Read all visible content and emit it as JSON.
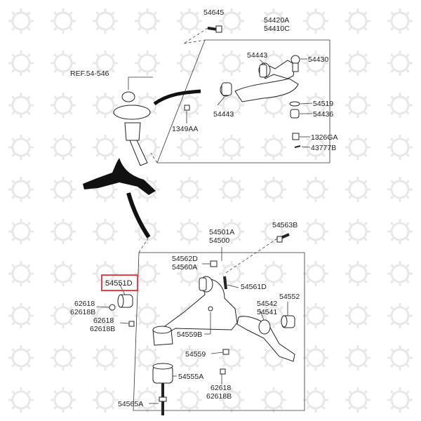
{
  "highlight_color": "#e8404a",
  "labels": {
    "p54645": "54645",
    "p54420A": "54420A",
    "p54410C": "54410C",
    "p54443a": "54443",
    "p54430": "54430",
    "ref": "REF.54-546",
    "p54519": "54519",
    "p54443b": "54443",
    "p54436": "54436",
    "p1349AA": "1349AA",
    "p1326GA": "1326GA",
    "p43777B": "43777B",
    "p54501A": "54501A",
    "p54500": "54500",
    "p54563B": "54563B",
    "p54562D": "54562D",
    "p54560A": "54560A",
    "p54551D": "54551D",
    "p54561D": "54561D",
    "p62618a": "62618",
    "p62618Ba": "62618B",
    "p54552": "54552",
    "p54542": "54542",
    "p54541": "54541",
    "p62618b": "62618",
    "p62618Bb": "62618B",
    "p54559B": "54559B",
    "p54559": "54559",
    "p54555A": "54555A",
    "p62618c": "62618",
    "p62618Bc": "62618B",
    "p54565A": "54565A"
  }
}
